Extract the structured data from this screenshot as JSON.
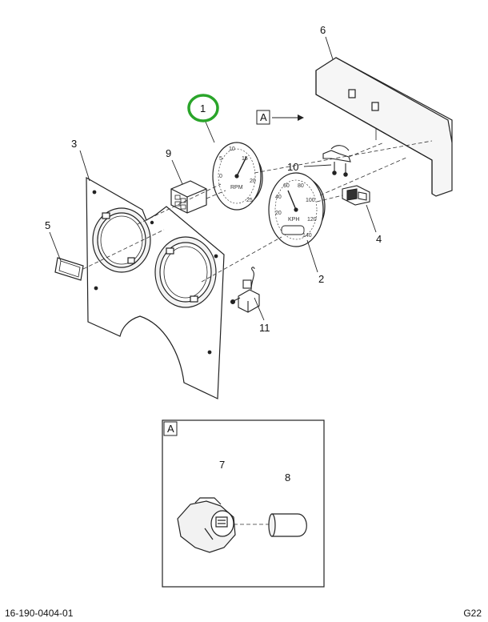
{
  "callouts": {
    "c1": "1",
    "c2": "2",
    "c3": "3",
    "c4": "4",
    "c5": "5",
    "c6": "6",
    "c7": "7",
    "c8": "8",
    "c9": "9",
    "c10": "10",
    "c11": "11"
  },
  "view_ref": "A",
  "detail_view_label": "A",
  "tach": {
    "ticks": [
      "0",
      "5",
      "10",
      "15",
      "20",
      "25"
    ],
    "unit": "RPM"
  },
  "speedo": {
    "ticks": [
      "20",
      "40",
      "60",
      "80",
      "100",
      "120",
      "140"
    ],
    "unit": "KPH"
  },
  "footer": {
    "doc_number": "16-190-0404-01",
    "sheet": "G22"
  },
  "colors": {
    "line": "#222222",
    "highlight": "#2aa52a",
    "fill_light": "#f6f6f6"
  }
}
